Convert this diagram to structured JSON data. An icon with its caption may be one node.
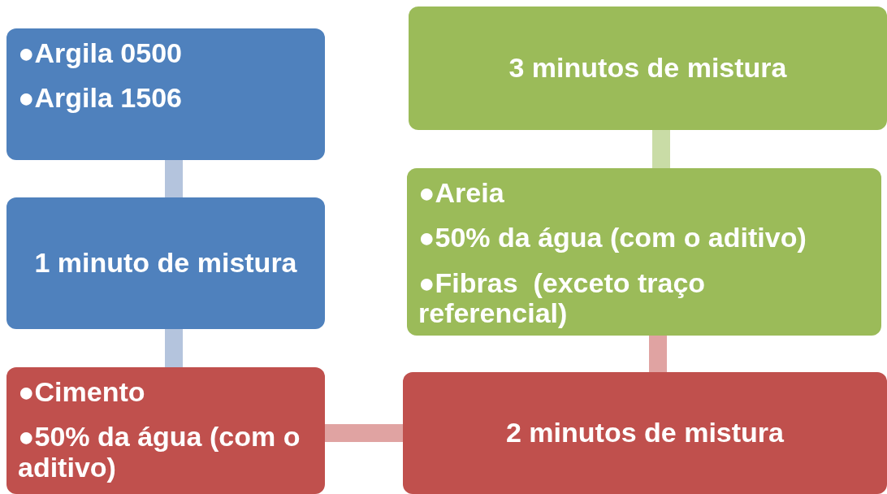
{
  "diagram": {
    "nodes": [
      {
        "text": [
          "●Argila 0500",
          "●Argila 1506"
        ]
      },
      {
        "text": [
          "1 minuto de mistura"
        ]
      },
      {
        "text": [
          "●Cimento",
          "●50% da água (com o aditivo)"
        ]
      },
      {
        "text": [
          "2 minutos de mistura"
        ]
      },
      {
        "text": [
          "●Areia",
          "●50% da água (com o aditivo)",
          "●Fibras  (exceto traço referencial)"
        ]
      },
      {
        "text": [
          "3 minutos de mistura"
        ]
      }
    ],
    "edges": [
      {
        "from": 0,
        "to": 1,
        "arrow": "none",
        "color": "#b4c4dd"
      },
      {
        "from": 1,
        "to": 2,
        "arrow": "none",
        "color": "#b4c4dd"
      },
      {
        "from": 2,
        "to": 3,
        "arrow": "none",
        "color": "#e0a3a2"
      },
      {
        "from": 3,
        "to": 4,
        "arrow": "none",
        "color": "#e0a3a2"
      },
      {
        "from": 4,
        "to": 5,
        "arrow": "none",
        "color": "#c9dca6"
      }
    ]
  }
}
